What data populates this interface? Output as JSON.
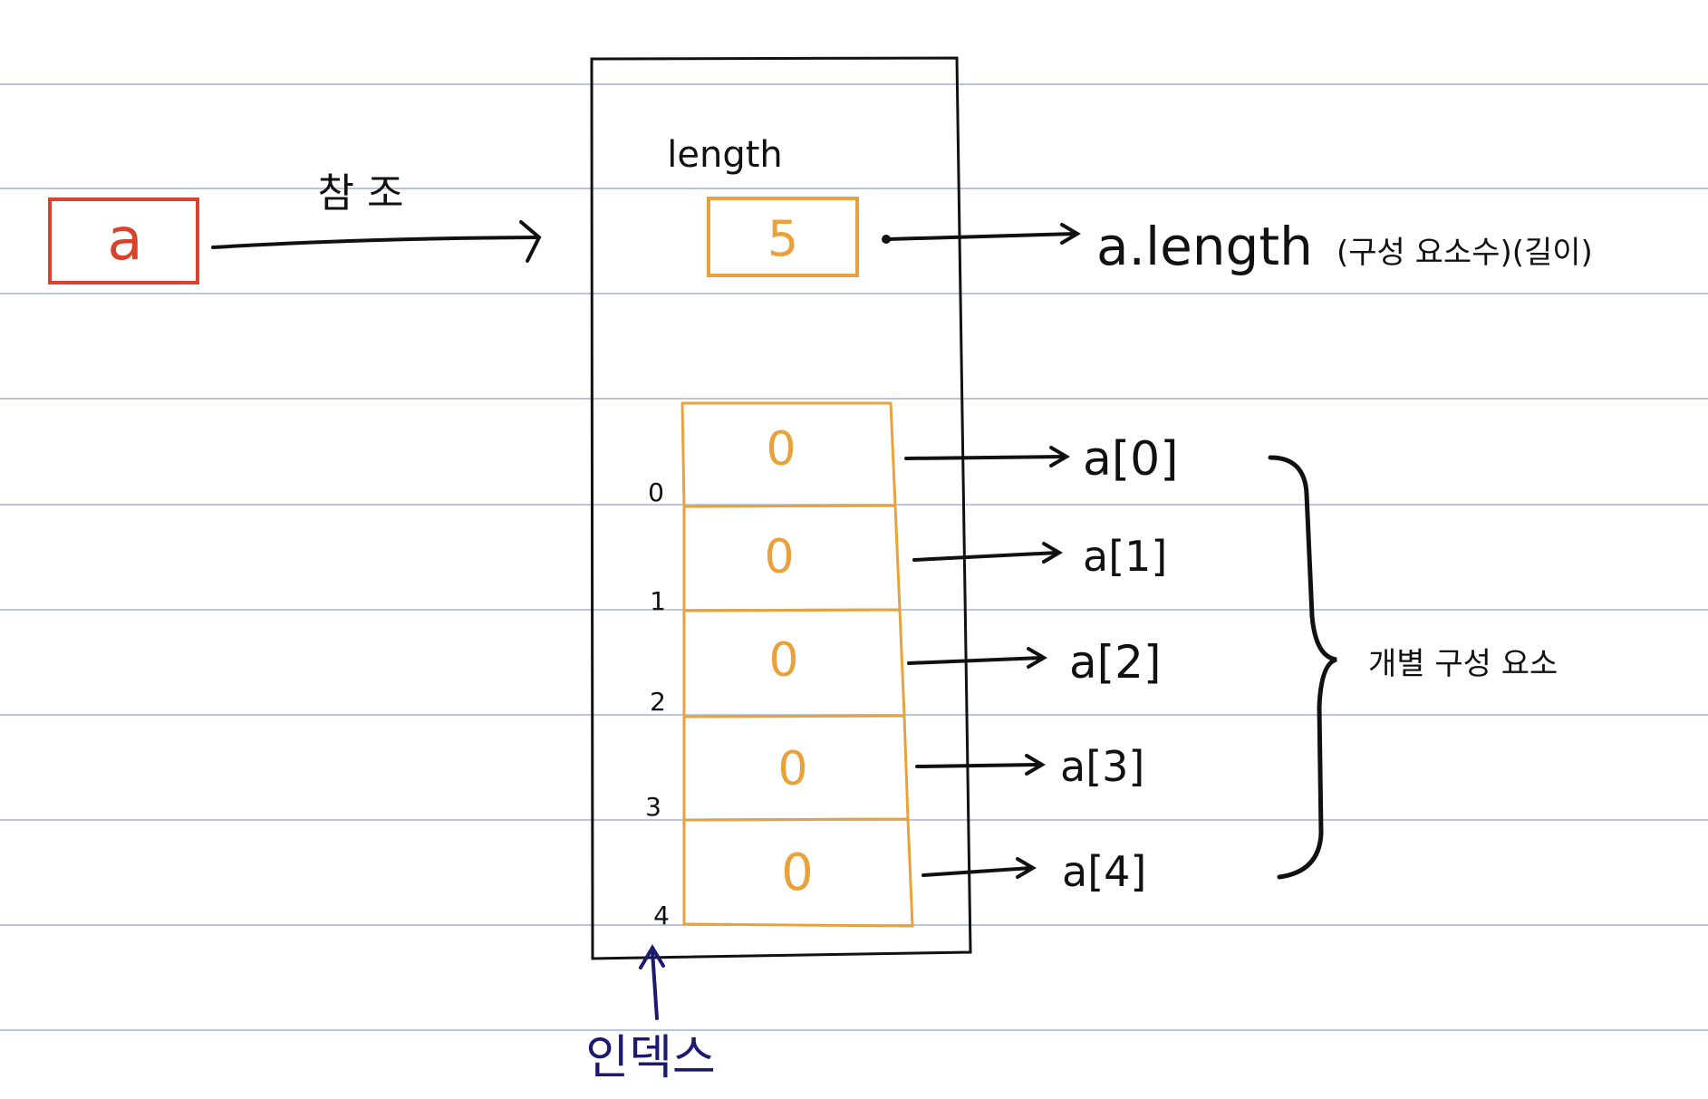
{
  "variable": {
    "name": "a",
    "reference_label": "참 조"
  },
  "array_object": {
    "length_label": "length",
    "length_value": "5",
    "length_annotation": "a.length",
    "length_note": "(구성 요소수)(길이)",
    "elements": [
      {
        "index": "0",
        "value": "0",
        "label": "a[0]"
      },
      {
        "index": "1",
        "value": "0",
        "label": "a[1]"
      },
      {
        "index": "2",
        "value": "0",
        "label": "a[2]"
      },
      {
        "index": "3",
        "value": "0",
        "label": "a[3]"
      },
      {
        "index": "4",
        "value": "0",
        "label": "a[4]"
      }
    ],
    "elements_group_label": "개별 구성 요소",
    "index_label": "인덱스"
  },
  "colors": {
    "variable_box": "#d9432b",
    "array_cells": "#e9a23b",
    "ink": "#111111",
    "index_arrow": "#1c1a6e",
    "ruled_lines": "#b9c6de"
  }
}
